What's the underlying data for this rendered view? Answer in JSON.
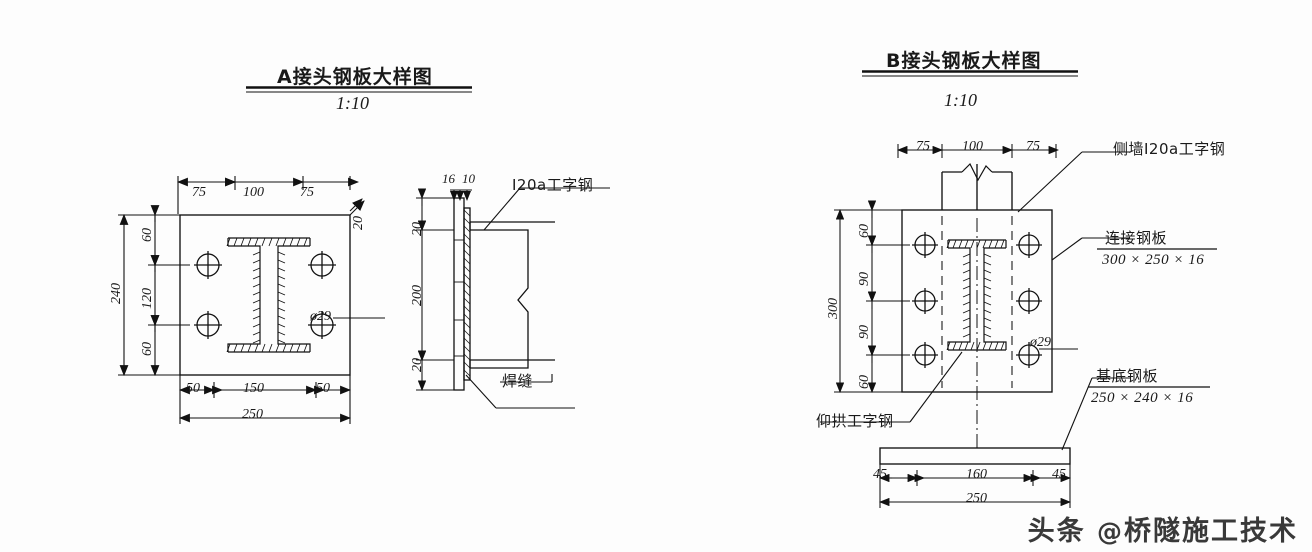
{
  "sheet": {
    "background": "#fdfdfd",
    "ink": "#1a1a1a"
  },
  "watermark": {
    "brand": "头条",
    "at": "@",
    "account": "桥隧施工技术"
  },
  "detail_a": {
    "title": "A接头钢板大样图",
    "scale": "1:10",
    "front_view": {
      "top_dims": [
        "75",
        "100",
        "75"
      ],
      "left_dims_inner": [
        "60",
        "120",
        "60"
      ],
      "left_dim_total": "240",
      "bottom_dims_inner": [
        "50",
        "150",
        "50"
      ],
      "bottom_dim_total": "250",
      "right_edge_dim": "20",
      "hole_label": "ø29",
      "hole_count": 4
    },
    "side_view": {
      "thickness_dims": [
        "16",
        "10"
      ],
      "left_dims": [
        "20",
        "200",
        "20"
      ],
      "beam_label": "I20a工字钢",
      "weld_label": "焊缝"
    }
  },
  "detail_b": {
    "title": "B接头钢板大样图",
    "scale": "1:10",
    "top_dims": [
      "75",
      "100",
      "75"
    ],
    "left_dims_inner": [
      "60",
      "90",
      "90",
      "60"
    ],
    "left_dim_total": "300",
    "bottom_dims_inner": [
      "45",
      "160",
      "45"
    ],
    "bottom_dim_total": "250",
    "hole_label": "ø29",
    "hole_count": 6,
    "callouts": [
      {
        "name": "side-wall-beam",
        "label": "侧墙I20a工字钢",
        "spec": ""
      },
      {
        "name": "connection-plate",
        "label": "连接钢板",
        "spec": "300 × 250 × 16"
      },
      {
        "name": "base-plate",
        "label": "基底钢板",
        "spec": "250 × 240 × 16"
      },
      {
        "name": "invert-beam",
        "label": "仰拱工字钢",
        "spec": ""
      }
    ]
  }
}
